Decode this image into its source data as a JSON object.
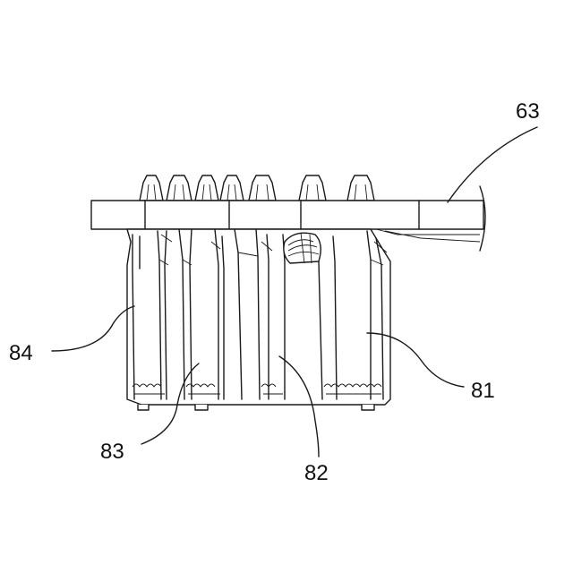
{
  "labels": {
    "plate": "63",
    "terminal_right": "81",
    "terminal_mid_right": "82",
    "terminal_mid_left": "83",
    "terminal_left": "84"
  },
  "colors": {
    "line": "#1a1a1a",
    "background": "#ffffff"
  }
}
